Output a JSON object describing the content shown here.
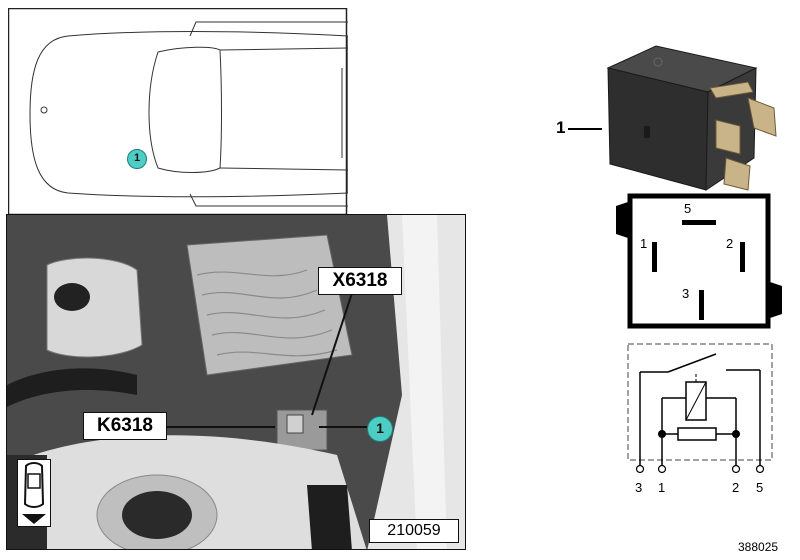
{
  "locator": {
    "marker": "1"
  },
  "photo": {
    "connector_label": "X6318",
    "relay_label": "K6318",
    "marker": "1",
    "image_number": "210059"
  },
  "relay": {
    "callout": "1",
    "pins": {
      "top": "5",
      "left": "1",
      "right": "2",
      "bottom": "3"
    }
  },
  "circuit": {
    "terminals": [
      "3",
      "1",
      "2",
      "5"
    ]
  },
  "doc_number": "388025",
  "colors": {
    "marker_fill": "#4ecdc4",
    "photo_dark": "#3a3a3a",
    "relay_body": "#2e2e2e"
  }
}
